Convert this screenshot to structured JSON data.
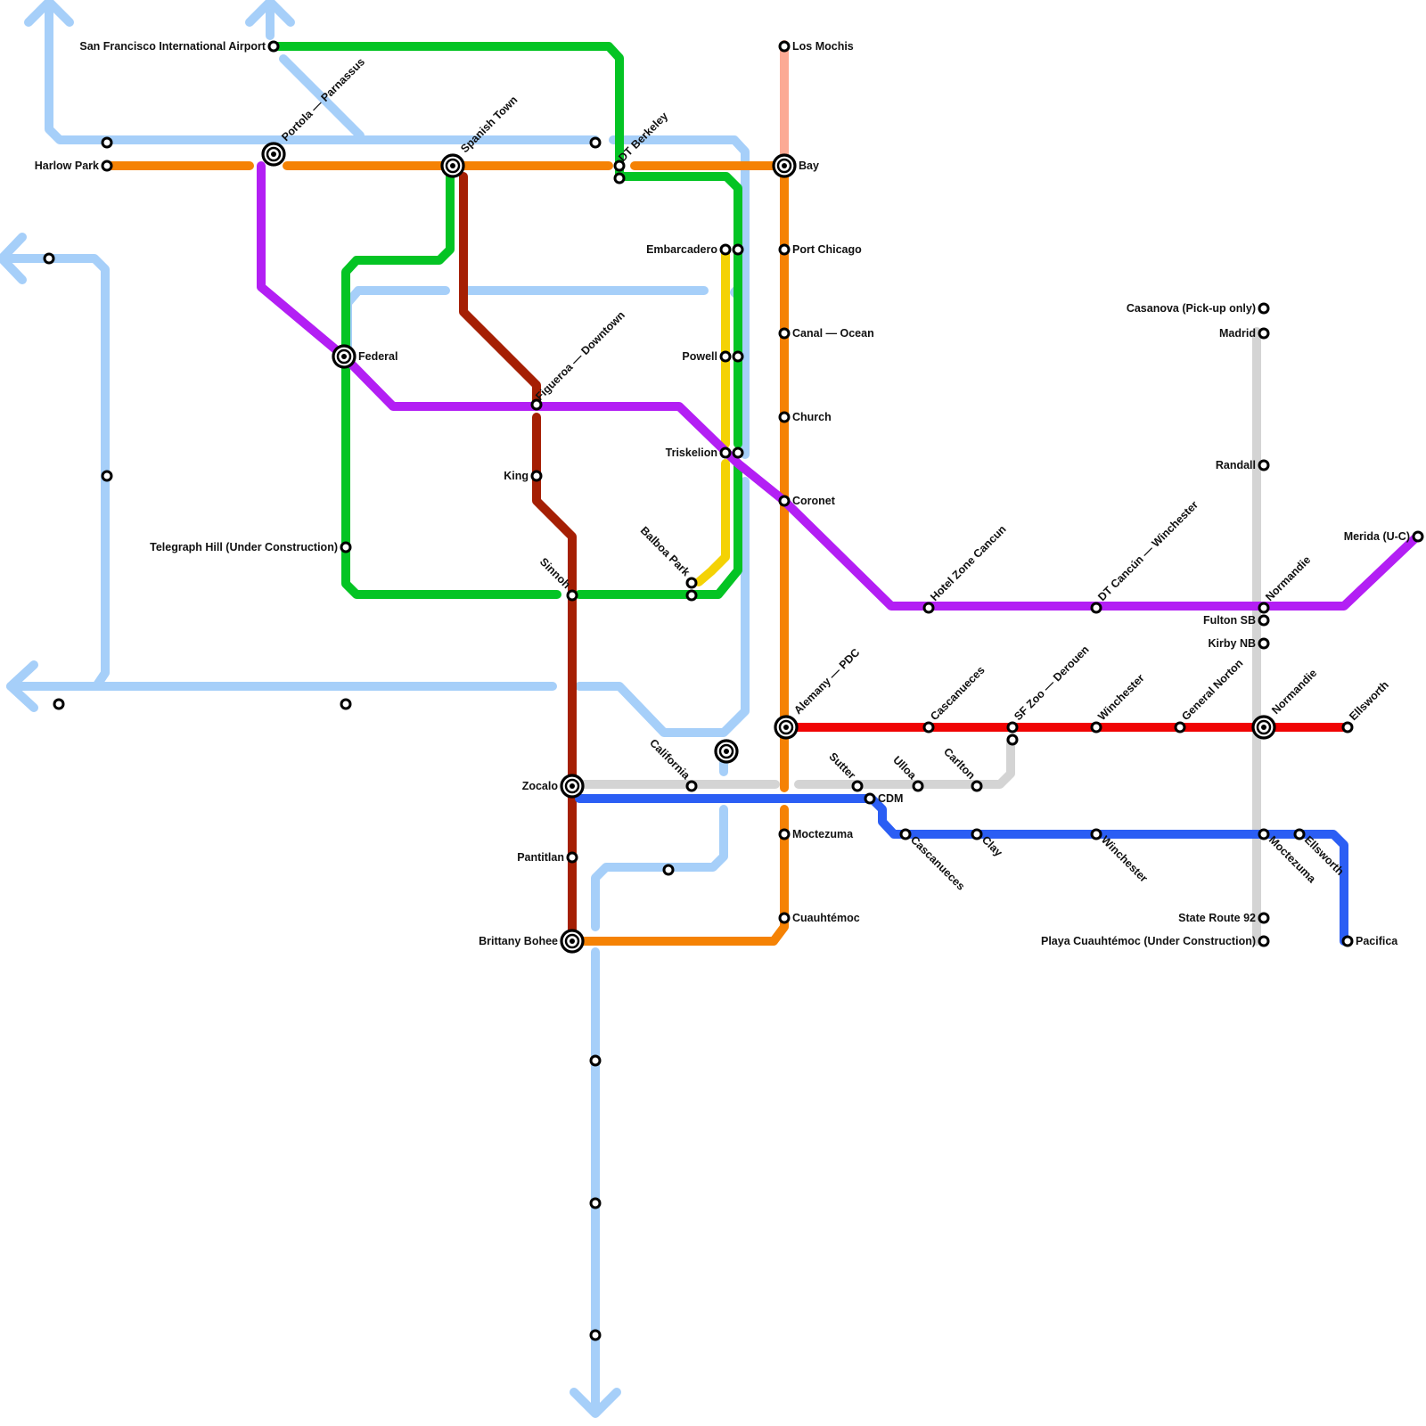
{
  "colors": {
    "lightblue": "#a6cff9",
    "green": "#04c424",
    "orange": "#f58204",
    "purple": "#b31ff4",
    "brown": "#a51f04",
    "yellow": "#f4d204",
    "red": "#f00404",
    "blue": "#2b5ef4",
    "gray": "#d4d4d4",
    "salmon": "#fcaa94"
  },
  "icons": {
    "arrow": "arrow-icon",
    "stop": "station-stop-icon",
    "interchange": "interchange-icon"
  },
  "stations": {
    "sfo": "San Francisco International Airport",
    "harlow_park": "Harlow Park",
    "portola": "Portola — Parnassus",
    "spanish_town": "Spanish Town",
    "dt_berkeley": "DT Berkeley",
    "los_mochis": "Los Mochis",
    "bay": "Bay",
    "embarcadero": "Embarcadero",
    "port_chicago": "Port Chicago",
    "canal_ocean": "Canal — Ocean",
    "federal": "Federal",
    "figueroa": "Figueroa — Downtown",
    "powell": "Powell",
    "church": "Church",
    "triskelion": "Triskelion",
    "king": "King",
    "coronet": "Coronet",
    "telegraph_hill": "Telegraph Hill (Under Construction)",
    "balboa_park": "Balboa Park",
    "sinnoh": "Sinnoh",
    "casanova": "Casanova (Pick-up only)",
    "madrid": "Madrid",
    "randall": "Randall",
    "merida": "Merida (U-C)",
    "hotel_zone": "Hotel Zone Cancun",
    "dt_cancun": "DT Cancún — Winchester",
    "normandie_purple": "Normandie",
    "fulton_sb": "Fulton SB",
    "kirby_nb": "Kirby NB",
    "alemany": "Alemany — PDC",
    "cascanueces_red": "Cascanueces",
    "sf_zoo": "SF Zoo — Derouen",
    "winchester_red": "Winchester",
    "general_norton": "General Norton",
    "normandie_red": "Normandie",
    "ellsworth_red": "Ellsworth",
    "california": "California",
    "sutter": "Sutter",
    "ulloa": "Ulloa",
    "carlton": "Carlton",
    "zocalo": "Zocalo",
    "cdm": "CDM",
    "moctezuma_orange": "Moctezuma",
    "cascanueces_blue": "Cascanueces",
    "clay": "Clay",
    "winchester_blue": "Winchester",
    "moctezuma_gray": "Moctezuma",
    "ellsworth_blue": "Ellsworth",
    "pantitlan": "Pantitlan",
    "cuauhtemoc": "Cuauhtémoc",
    "state_route_92": "State Route 92",
    "brittany_bohee": "Brittany Bohee",
    "playa_cuauhtemoc": "Playa Cuauhtémoc (Under Construction)",
    "pacifica": "Pacifica"
  }
}
